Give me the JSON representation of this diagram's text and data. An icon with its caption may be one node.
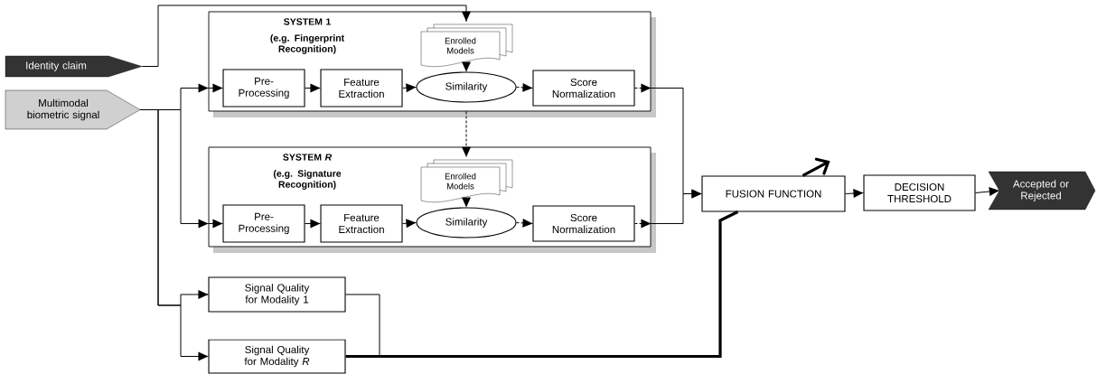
{
  "diagram": {
    "nodes": [
      {
        "text": [
          "Identity claim"
        ]
      },
      {
        "text": [
          "Multimodal biometric signal"
        ]
      },
      {
        "text": [
          "SYSTEM 1",
          "(e.g. Fingerprint Recognition)"
        ]
      },
      {
        "text": [
          "Pre- Processing"
        ],
        "in": 2
      },
      {
        "text": [
          "Feature Extraction"
        ],
        "in": 2
      },
      {
        "text": [
          "Enrolled Models"
        ],
        "in": 2
      },
      {
        "text": [
          "Similarity"
        ],
        "in": 2
      },
      {
        "text": [
          "Score Normalization"
        ],
        "in": 2
      },
      {
        "text": [
          "SYSTEM *R*",
          "(e.g. Signature Recognition)"
        ]
      },
      {
        "text": [
          "Pre- Processing"
        ],
        "in": 8
      },
      {
        "text": [
          "Feature Extraction"
        ],
        "in": 8
      },
      {
        "text": [
          "Enrolled Models"
        ],
        "in": 8
      },
      {
        "text": [
          "Similarity"
        ],
        "in": 8
      },
      {
        "text": [
          "Score Normalization"
        ],
        "in": 8
      },
      {
        "text": [
          "Signal Quality for Modality 1"
        ]
      },
      {
        "text": [
          "Signal Quality for Modality *R*"
        ]
      },
      {
        "text": [
          "FUSION FUNCTION"
        ]
      },
      {
        "text": [
          "DECISION THRESHOLD"
        ]
      },
      {
        "text": [
          "Accepted or Rejected"
        ]
      }
    ],
    "edges": [
      {
        "from": 0,
        "to": 5,
        "arrow": "to"
      },
      {
        "from": 2,
        "to": 11,
        "arrow": "to",
        "style": "dashed"
      },
      {
        "from": 1,
        "to": 2,
        "arrow": "to"
      },
      {
        "from": 2,
        "to": 3,
        "arrow": "to"
      },
      {
        "from": 3,
        "to": 4,
        "arrow": "to"
      },
      {
        "from": 4,
        "to": 6,
        "arrow": "to"
      },
      {
        "from": 5,
        "to": 6,
        "arrow": "to",
        "style": "dashed"
      },
      {
        "from": 6,
        "to": 7,
        "arrow": "to",
        "style": "dashed"
      },
      {
        "from": 7,
        "to": 2,
        "arrow": "to",
        "style": "dashed"
      },
      {
        "from": 2,
        "to": 16,
        "arrow": "to"
      },
      {
        "from": 1,
        "to": 8,
        "arrow": "to"
      },
      {
        "from": 8,
        "to": 9,
        "arrow": "to"
      },
      {
        "from": 9,
        "to": 10,
        "arrow": "to"
      },
      {
        "from": 10,
        "to": 12,
        "arrow": "to"
      },
      {
        "from": 11,
        "to": 12,
        "arrow": "to",
        "style": "dashed"
      },
      {
        "from": 12,
        "to": 13,
        "arrow": "to",
        "style": "dashed"
      },
      {
        "from": 13,
        "to": 8,
        "arrow": "to",
        "style": "dashed"
      },
      {
        "from": 8,
        "to": 16,
        "arrow": "to"
      },
      {
        "from": 1,
        "to": 14,
        "arrow": "to"
      },
      {
        "from": 1,
        "to": 15,
        "arrow": "to"
      },
      {
        "from": 14,
        "to": 16,
        "arrow": "none",
        "style": "thick"
      },
      {
        "from": 15,
        "to": 16,
        "arrow": "none",
        "style": "thick"
      },
      {
        "from": 16,
        "to": 17,
        "arrow": "to"
      },
      {
        "from": 17,
        "to": 18,
        "arrow": "to"
      }
    ]
  }
}
